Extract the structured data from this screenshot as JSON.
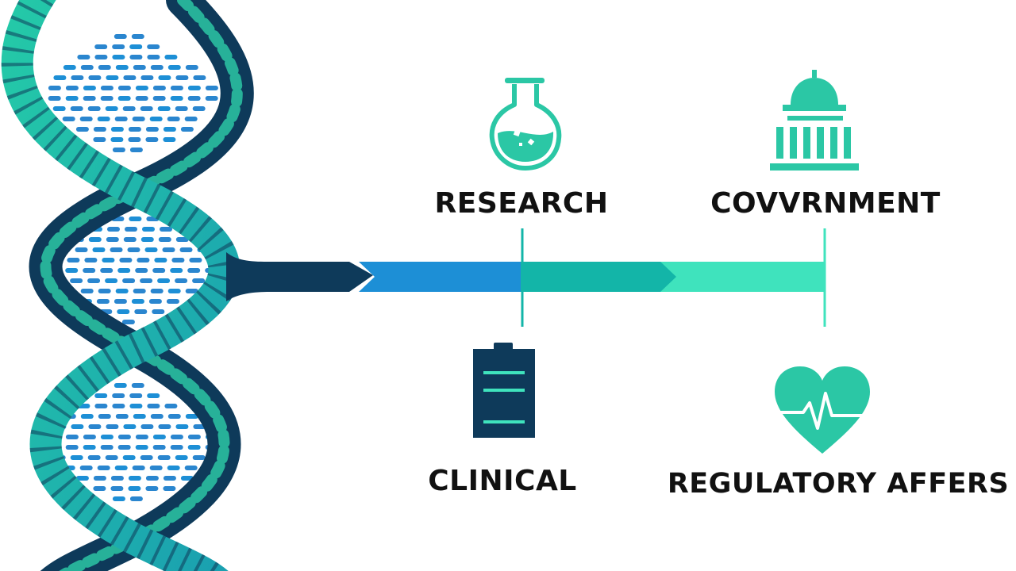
{
  "labels": {
    "research": "RESEARCH",
    "government": "COVVRNMENT",
    "clinical": "CLINICAL",
    "regulatory": "REGULATORY AFFERS"
  },
  "icons": {
    "research": "flask-icon",
    "government": "capitol-building-icon",
    "clinical": "clipboard-icon",
    "regulatory": "heart-pulse-icon",
    "helix": "dna-helix-icon"
  },
  "colors": {
    "navy": "#0e3a5a",
    "dark_navy": "#0b2f4a",
    "blue": "#1d8fd6",
    "teal": "#13b5a8",
    "mint": "#3fe3bd",
    "helix_teal": "#2bc7a5",
    "helix_blue": "#2a86cf",
    "text": "#111111"
  }
}
